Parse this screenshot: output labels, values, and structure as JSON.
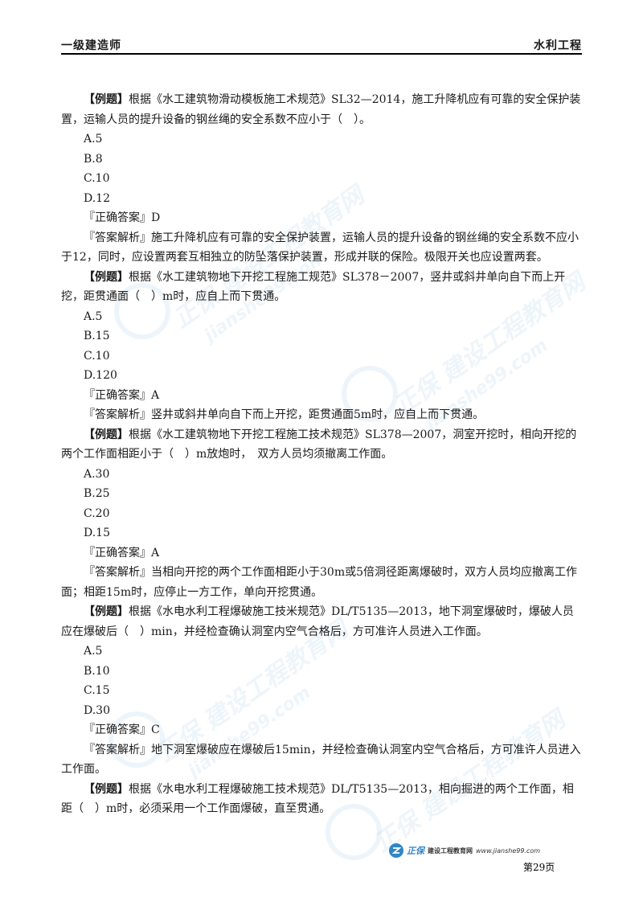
{
  "header": {
    "left": "一级建造师",
    "right": "水利工程"
  },
  "blocks": {
    "q1": {
      "tag": "【例题】",
      "text": "根据《水工建筑物滑动模板施工术规范》SL32—2014，施工升降机应有可靠的安全保护装置，运输人员的提升设备的钢丝绳的安全系数不应小于（　）。",
      "options": [
        "A.5",
        "B.8",
        "C.10",
        "D.12"
      ],
      "answer": "『正确答案』D",
      "analysis": "『答案解析』施工升降机应有可靠的安全保护装置，运输人员的提升设备的钢丝绳的安全系数不应小于12，同时，应设置两套互相独立的防坠落保护装置，形成并联的保险。极限开关也应设置两套。"
    },
    "q2": {
      "tag": "【例题】",
      "text": "根据《水工建筑物地下开挖工程施工规范》SL378－2007，竖井或斜井单向自下而上开挖，距贯通面（　）m时，应自上而下贯通。",
      "options": [
        "A.5",
        "B.15",
        "C.10",
        "D.120"
      ],
      "answer": "『正确答案』A",
      "analysis": "『答案解析』竖井或斜井单向自下而上开挖，距贯通面5m时，应自上而下贯通。"
    },
    "q3": {
      "tag": "【例题】",
      "text": "根据《水工建筑物地下开挖工程施工技术规范》SL378—2007，洞室开挖时，相向开挖的两个工作面相距小于（　）m放炮时，　双方人员均须撤离工作面。",
      "options": [
        "A.30",
        "B.25",
        "C.20",
        "D.15"
      ],
      "answer": "『正确答案』A",
      "analysis": "『答案解析』当相向开挖的两个工作面相距小于30m或5倍洞径距离爆破时，双方人员均应撤离工作面；相距15m时，应停止一方工作，单向开挖贯通。"
    },
    "q4": {
      "tag": "【例题】",
      "text": "根据《水电水利工程爆破施工技米规范》DL/T5135—2013，地下洞室爆破时，爆破人员应在爆破后（　）min，并经检查确认洞室内空气合格后，方可准许人员进入工作面。",
      "options": [
        "A.5",
        "B.10",
        "C.15",
        "D.30"
      ],
      "answer": "『正确答案』C",
      "analysis": "『答案解析』地下洞室爆破应在爆破后15min，并经检查确认洞室内空气合格后，方可准许人员进入工作面。"
    },
    "q5": {
      "tag": "【例题】",
      "text": "根据《水电水利工程爆破施工技术规范》DL/T5135—2013，相向掘进的两个工作面，相距（　）m时，必须采用一个工作面爆破，直至贯通。"
    }
  },
  "watermark": {
    "brand": "正保",
    "site": "建设工程教育网",
    "url": "jianshe99.com"
  },
  "footer": {
    "logo_brand": "正保",
    "logo_site": "建设工程教育网",
    "logo_url": "www.jianshe99.com",
    "page": "第29页"
  }
}
